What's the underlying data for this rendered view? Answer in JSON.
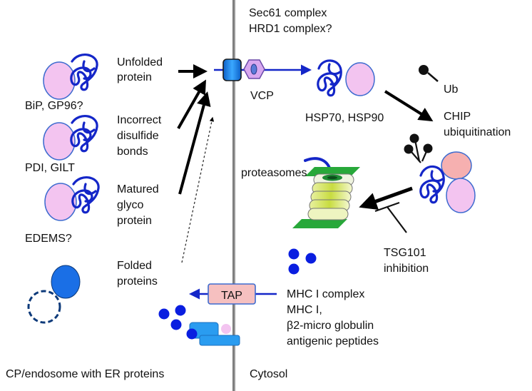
{
  "header": {
    "line1": "Sec61 complex",
    "line2": "HRD1 complex?"
  },
  "left": {
    "bip": "BiP, GP96?",
    "pdi": "PDI, GILT",
    "edems": "EDEMS?",
    "unfolded": [
      "Unfolded",
      "protein"
    ],
    "disulfide": [
      "Incorrect",
      "disulfide",
      "bonds"
    ],
    "glyco": [
      "Matured",
      "glyco",
      "protein"
    ],
    "folded": [
      "Folded",
      "proteins"
    ],
    "compartment": "CP/endosome with ER proteins"
  },
  "right": {
    "vcp": "VCP",
    "hsp": "HSP70, HSP90",
    "ub": "Ub",
    "chip": [
      "CHIP",
      "ubiquitination"
    ],
    "proteasomes": "proteasomes",
    "tsg": [
      "TSG101",
      "inhibition"
    ],
    "tap": "TAP",
    "mhc": [
      "MHC I complex",
      "MHC I,",
      "β2-micro globulin",
      "antigenic peptides"
    ],
    "cytosol": "Cytosol"
  },
  "colors": {
    "chaperone_pink": "#f3c4f0",
    "protein_blue": "#1426c8",
    "peptide_blue": "#0a1ee0",
    "membrane_gray": "#9a9a9a",
    "channel_blue": "#1e88e8",
    "vcp_violet": "#d8a8f0",
    "tap_fill": "#f6c0c0",
    "proteasome_green": "#2e9e3e"
  }
}
